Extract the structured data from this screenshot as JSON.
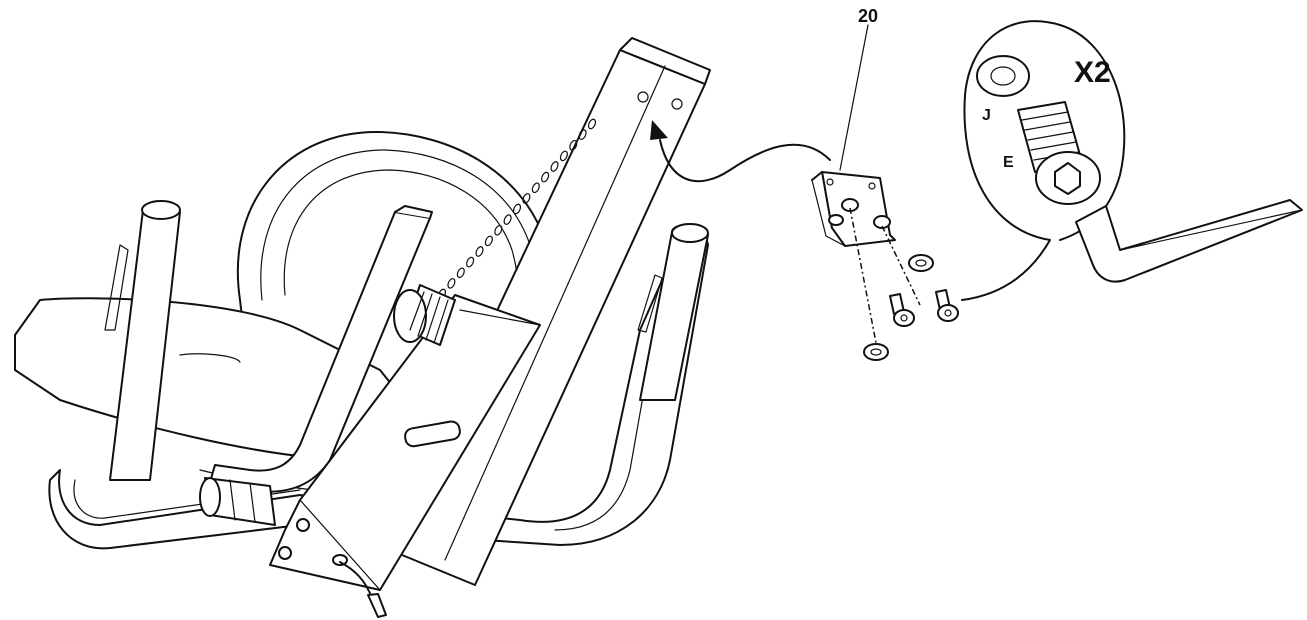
{
  "labels": {
    "part_number": "20",
    "quantity": "X2",
    "washer": "J",
    "bolt": "E"
  },
  "colors": {
    "line": "#111111",
    "background": "#ffffff"
  }
}
